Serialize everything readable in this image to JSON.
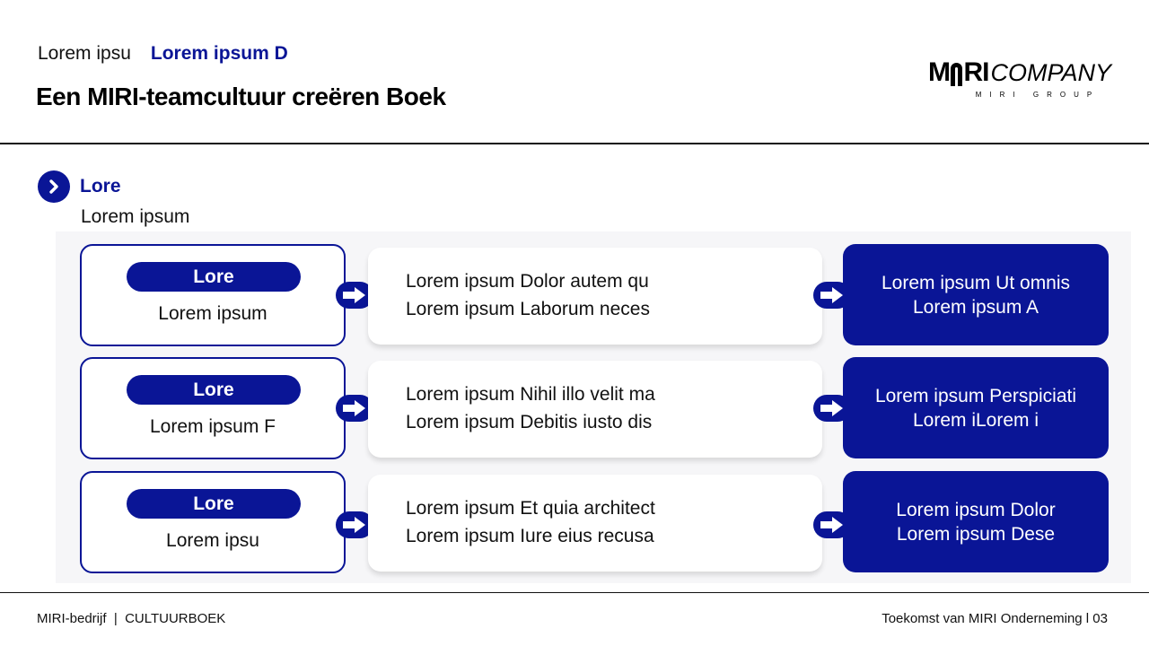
{
  "header": {
    "breadcrumb_1": "Lorem ipsu",
    "breadcrumb_2": "Lorem ipsum D",
    "title": "Een MIRI-teamcultuur creëren Boek"
  },
  "logo": {
    "brand_left": "M",
    "brand_right": "RI",
    "company": "COMPANY",
    "group": "MIRI GROUP"
  },
  "section": {
    "icon": "chevron-right-circle-icon",
    "title": "Lore",
    "subtitle": "Lorem ipsum"
  },
  "rows": [
    {
      "pill": "Lore",
      "label": "Lorem ipsum",
      "mid_line_1": "Lorem ipsum Dolor autem qu",
      "mid_line_2": "Lorem ipsum Laborum neces",
      "right_line_1": "Lorem ipsum Ut omnis",
      "right_line_2": "Lorem ipsum A"
    },
    {
      "pill": "Lore",
      "label": "Lorem ipsum F",
      "mid_line_1": "Lorem ipsum Nihil illo velit ma",
      "mid_line_2": "Lorem ipsum Debitis iusto dis",
      "right_line_1": "Lorem ipsum Perspiciati",
      "right_line_2": "Lorem iLorem i"
    },
    {
      "pill": "Lore",
      "label": "Lorem ipsu",
      "mid_line_1": "Lorem ipsum Et quia architect",
      "mid_line_2": "Lorem ipsum Iure eius recusa",
      "right_line_1": "Lorem ipsum Dolor",
      "right_line_2": "Lorem ipsum Dese"
    }
  ],
  "footer": {
    "left": "MIRI-bedrijf  |  CULTUURBOEK",
    "right": "Toekomst van MIRI Onderneming l 03"
  },
  "colors": {
    "accent": "#0a1596",
    "text": "#111111",
    "panel": "#f6f6f8"
  }
}
